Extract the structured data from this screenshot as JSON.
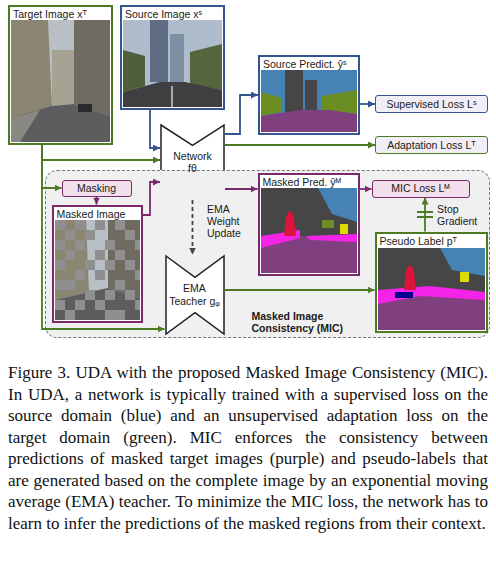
{
  "diagram": {
    "caption": "Figure 3. UDA with the proposed Masked Image Consistency (MIC). In UDA, a network is typically trained with a supervised loss on the source domain (blue) and an unsupervised adaptation loss on the target domain (green). MIC enforces the consistency between predictions of masked target images (purple) and pseudo-labels that are generated based on the complete image by an exponential moving average (EMA) teacher. To minimize the MIC loss, the network has to learn to infer the predictions of the masked regions from their context.",
    "nodes": [
      {
        "text": [
          "Target Image xᵀ"
        ]
      },
      {
        "text": [
          "Source Image xˢ"
        ]
      },
      {
        "text": [
          "Source Predict. ŷˢ"
        ]
      },
      {
        "text": [
          "Supervised Loss Lˢ"
        ]
      },
      {
        "text": [
          "Adaptation Loss Lᵀ"
        ]
      },
      {
        "text": [
          "Network fθ"
        ]
      },
      {
        "text": [
          "Masked Image Consistency (MIC)"
        ]
      },
      {
        "text": [
          "Masking"
        ],
        "in": 6
      },
      {
        "text": [
          "Masked Image xᴹ"
        ],
        "in": 6
      },
      {
        "text": [
          "Masked Pred. ŷᴹ"
        ],
        "in": 6
      },
      {
        "text": [
          "MIC Loss Lᴹ"
        ],
        "in": 6
      },
      {
        "text": [
          "EMA Teacher gᵩ"
        ],
        "in": 6
      },
      {
        "text": [
          "Pseudo Label pᵀ"
        ],
        "in": 6
      }
    ],
    "edges": [
      {
        "from": 0,
        "to": 5,
        "arrow": "to"
      },
      {
        "from": 1,
        "to": 5,
        "arrow": "to"
      },
      {
        "from": 5,
        "to": 2,
        "arrow": "to"
      },
      {
        "from": 2,
        "to": 3,
        "arrow": "to"
      },
      {
        "from": 5,
        "to": 4,
        "arrow": "to"
      },
      {
        "from": 0,
        "to": 7,
        "arrow": "to"
      },
      {
        "from": 7,
        "to": 8,
        "arrow": "to"
      },
      {
        "from": 8,
        "to": 5,
        "arrow": "to"
      },
      {
        "from": 0,
        "to": 11,
        "arrow": "to"
      },
      {
        "from": 5,
        "to": 11,
        "label": "EMA Weight Update",
        "arrow": "to"
      },
      {
        "from": 11,
        "to": 12,
        "arrow": "to"
      },
      {
        "from": 5,
        "to": 9,
        "arrow": "to"
      },
      {
        "from": 9,
        "to": 10,
        "arrow": "to"
      },
      {
        "from": 12,
        "to": 10,
        "label": "Stop Gradient",
        "arrow": "to"
      }
    ]
  }
}
